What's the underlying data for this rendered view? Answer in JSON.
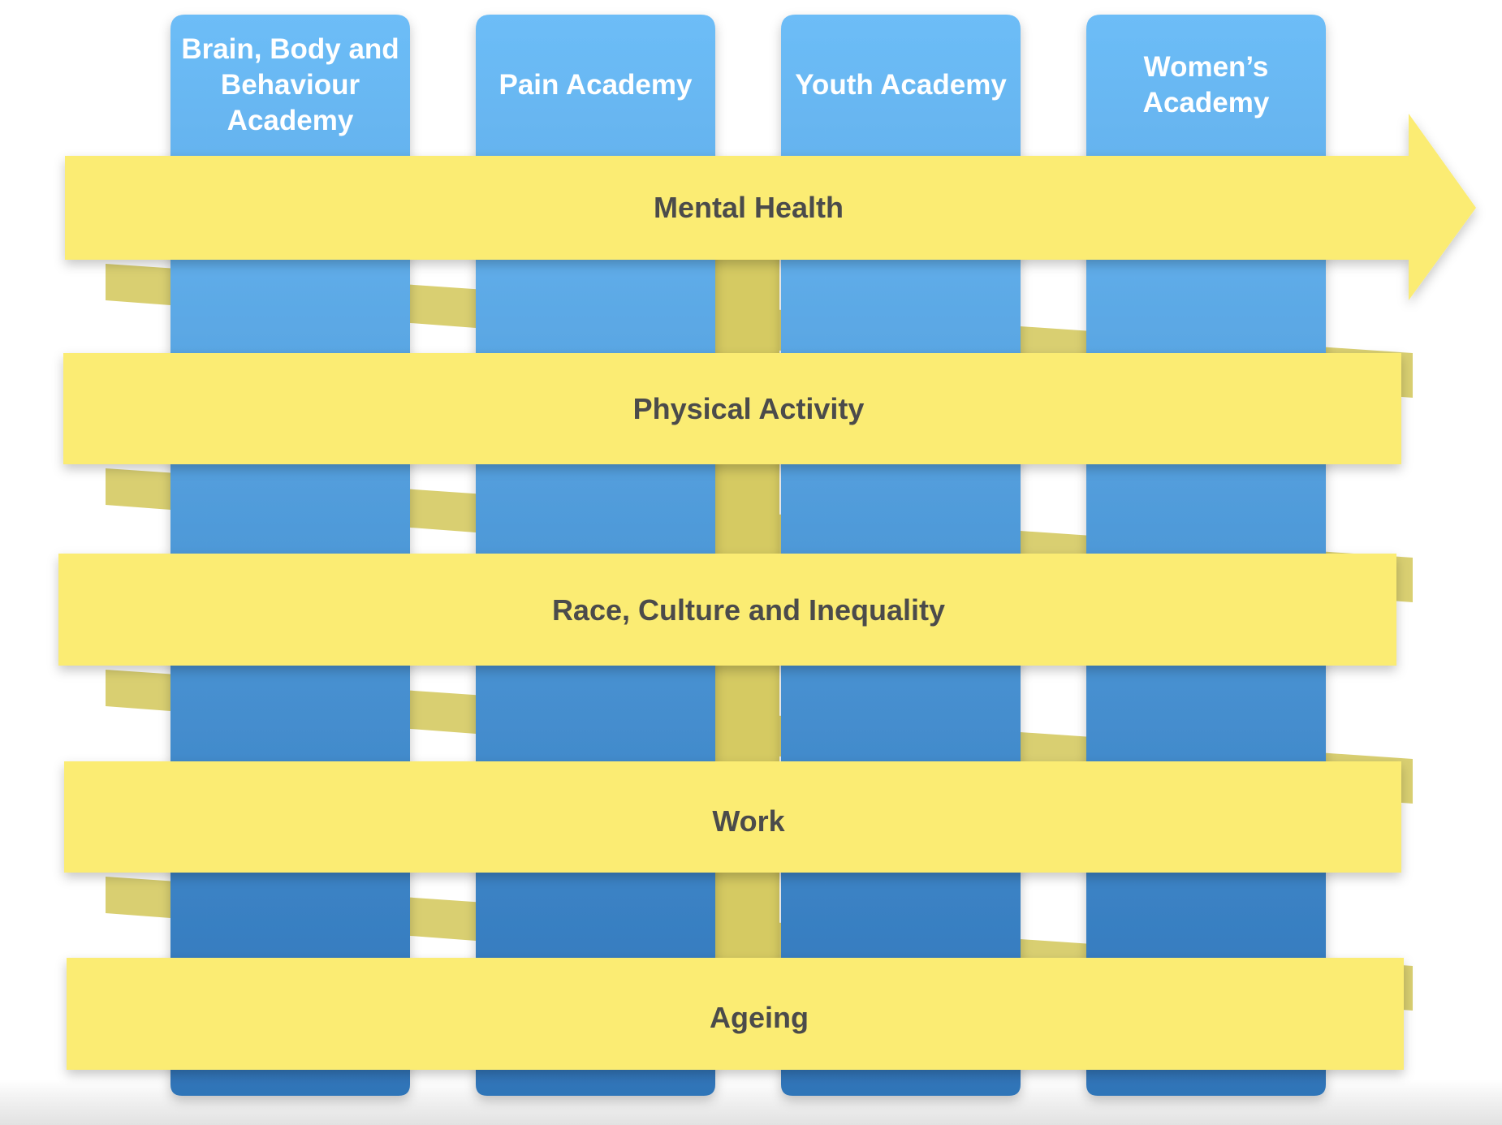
{
  "academies": [
    {
      "label": "Brain, Body and Behaviour Academy",
      "lines": [
        "Brain, Body and",
        "Behaviour",
        "Academy"
      ]
    },
    {
      "label": "Pain Academy",
      "lines": [
        "Pain Academy"
      ]
    },
    {
      "label": "Youth Academy",
      "lines": [
        "Youth Academy"
      ]
    },
    {
      "label": "Women’s Academy",
      "lines": [
        "Women’s",
        "Academy"
      ]
    }
  ],
  "themes": [
    {
      "label": "Mental Health"
    },
    {
      "label": "Physical Activity"
    },
    {
      "label": "Race, Culture and Inequality"
    },
    {
      "label": "Work"
    },
    {
      "label": "Ageing"
    }
  ],
  "colors": {
    "column_top": "#6dbdf7",
    "column_bottom": "#2f74b8",
    "band_fill": "#fbec73",
    "band_text": "#4b4b4b",
    "column_text": "#ffffff",
    "behind_band": "#d5ca62"
  }
}
